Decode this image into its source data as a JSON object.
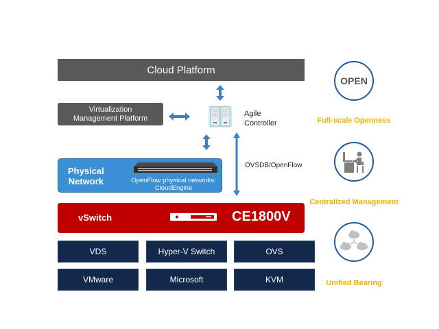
{
  "diagram": {
    "cloud_platform": "Cloud Platform",
    "virtualization": {
      "line1": "Virtualization",
      "line2": "Management Platform"
    },
    "controller": {
      "line1": "Agile",
      "line2": "Controller",
      "icon": "server-controller-icon"
    },
    "physical_network": {
      "title_line1": "Physical",
      "title_line2": "Network",
      "sub_line1": "OpenFlow physical networks:",
      "sub_line2": "CloudEngine",
      "icon": "switch-device-icon"
    },
    "protocol_label": "OVSDB/OpenFlow",
    "vswitch": {
      "label": "vSwitch",
      "model": "CE1800V",
      "icon": "rack-device-icon"
    },
    "switch_types": [
      "VDS",
      "Hyper-V Switch",
      "OVS"
    ],
    "vendors": [
      "VMware",
      "Microsoft",
      "KVM"
    ]
  },
  "features": [
    {
      "label": "Full-scale Openness",
      "icon": "open-icon",
      "icon_text": "OPEN"
    },
    {
      "label": "Centralized Management",
      "icon": "person-at-desk-icon"
    },
    {
      "label": "Unified Bearing",
      "icon": "cloud-network-icon"
    }
  ],
  "colors": {
    "dark_gray": "#595959",
    "blue": "#3b8fd4",
    "red": "#c00000",
    "navy": "#13294b",
    "accent_yellow": "#f0b000",
    "circle_blue": "#1f5a9c",
    "arrow_blue": "#3f7fc4"
  }
}
